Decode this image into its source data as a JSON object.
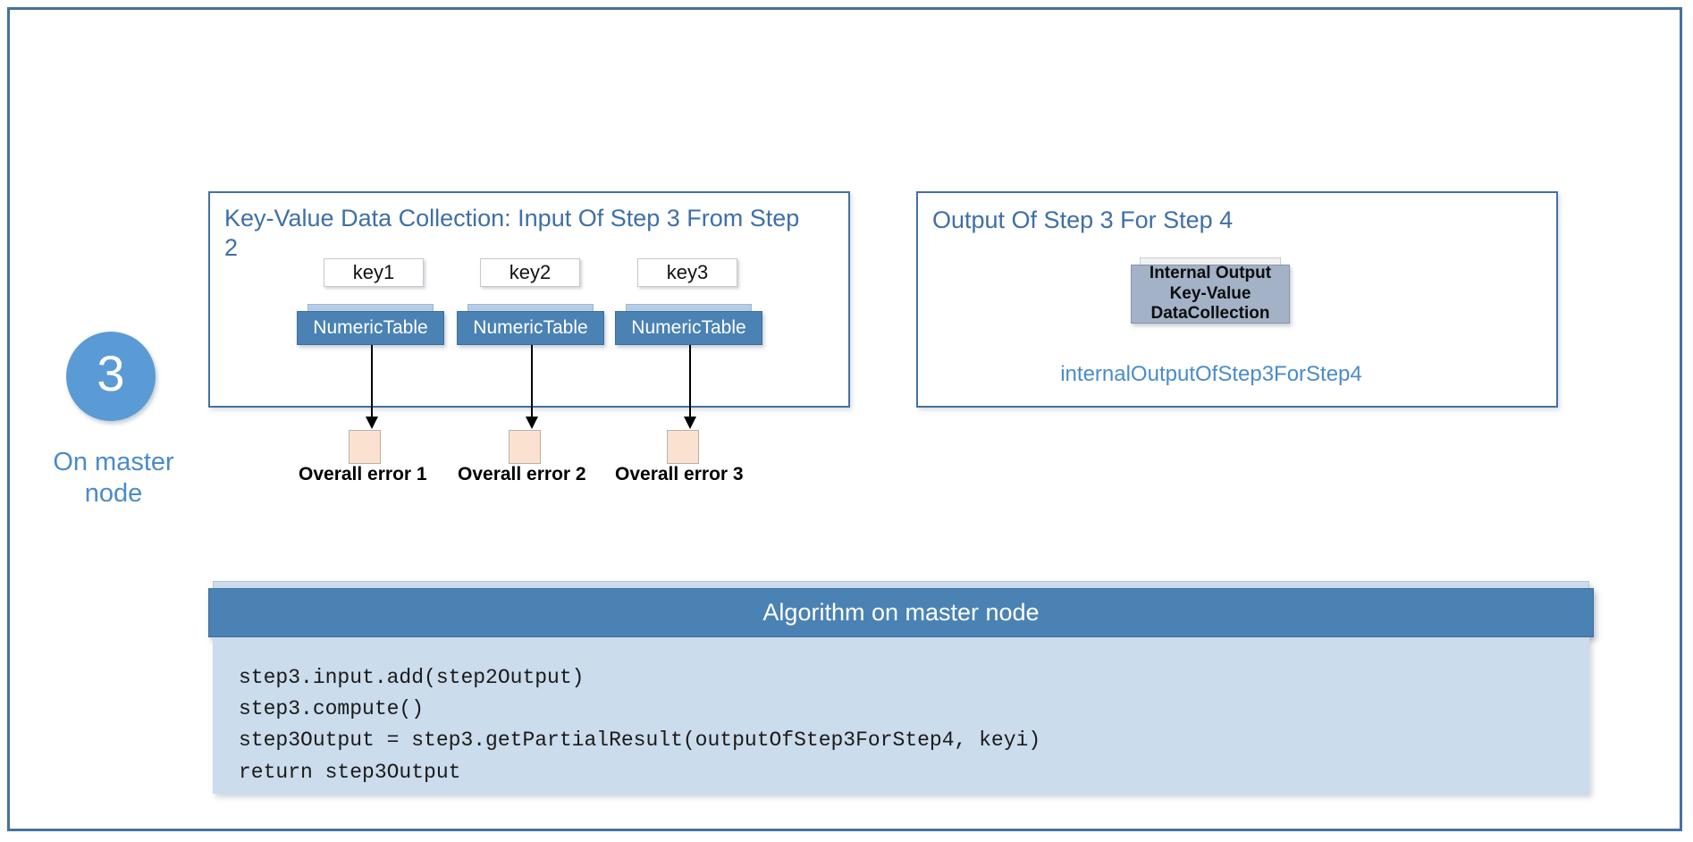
{
  "slide": {
    "step_number": "3",
    "node_label": "On master\nnode",
    "accent_blue": "#4A82B4",
    "title_blue": "#3E6FA8",
    "link_blue": "#4A8BC9",
    "error_fill": "#FBE2D0",
    "code_fill": "#CBDCEC",
    "internal_box_fill": "#A3B2C7"
  },
  "left_panel": {
    "title": "Key-Value Data Collection: Input Of Step 3 From Step 2",
    "items": [
      {
        "key": "key1",
        "table": "NumericTable",
        "error": "Overall  error 1"
      },
      {
        "key": "key2",
        "table": "NumericTable",
        "error": "Overall  error 2"
      },
      {
        "key": "key3",
        "table": "NumericTable",
        "error": "Overall  error 3"
      }
    ]
  },
  "right_panel": {
    "title": "Output Of Step 3 For Step 4",
    "box_label": "Internal Output Key-Value DataCollection",
    "caption": "internalOutputOfStep3ForStep4"
  },
  "code": {
    "header": "Algorithm on master node",
    "lines": "step3.input.add(step2Output)\nstep3.compute()\nstep3Output = step3.getPartialResult(outputOfStep3ForStep4, keyi)\nreturn step3Output"
  }
}
